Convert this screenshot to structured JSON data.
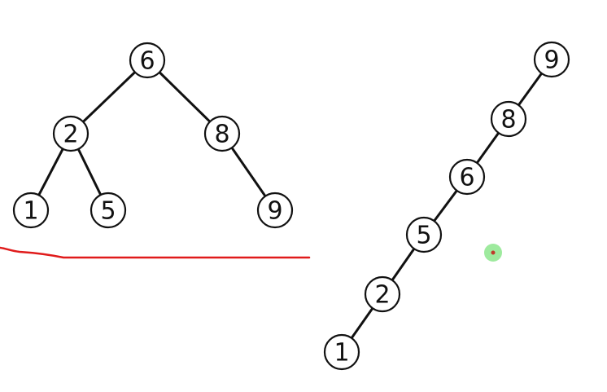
{
  "trees": [
    {
      "id": "balanced",
      "nodes": [
        {
          "id": "n6",
          "label": "6"
        },
        {
          "id": "n2",
          "label": "2"
        },
        {
          "id": "n8",
          "label": "8"
        },
        {
          "id": "n1",
          "label": "1"
        },
        {
          "id": "n5",
          "label": "5"
        },
        {
          "id": "n9",
          "label": "9"
        }
      ],
      "edges": [
        [
          "n6",
          "n2"
        ],
        [
          "n6",
          "n8"
        ],
        [
          "n2",
          "n1"
        ],
        [
          "n2",
          "n5"
        ],
        [
          "n8",
          "n9"
        ]
      ]
    },
    {
      "id": "skewed",
      "nodes": [
        {
          "id": "s9",
          "label": "9"
        },
        {
          "id": "s8",
          "label": "8"
        },
        {
          "id": "s6",
          "label": "6"
        },
        {
          "id": "s5",
          "label": "5"
        },
        {
          "id": "s2",
          "label": "2"
        },
        {
          "id": "s1",
          "label": "1"
        }
      ],
      "edges": [
        [
          "s9",
          "s8"
        ],
        [
          "s8",
          "s6"
        ],
        [
          "s6",
          "s5"
        ],
        [
          "s5",
          "s2"
        ],
        [
          "s2",
          "s1"
        ]
      ]
    }
  ],
  "colors": {
    "annotation_stroke": "#e01b1b",
    "cursor_halo": "#7de37d",
    "cursor_dot": "#c0392b"
  }
}
